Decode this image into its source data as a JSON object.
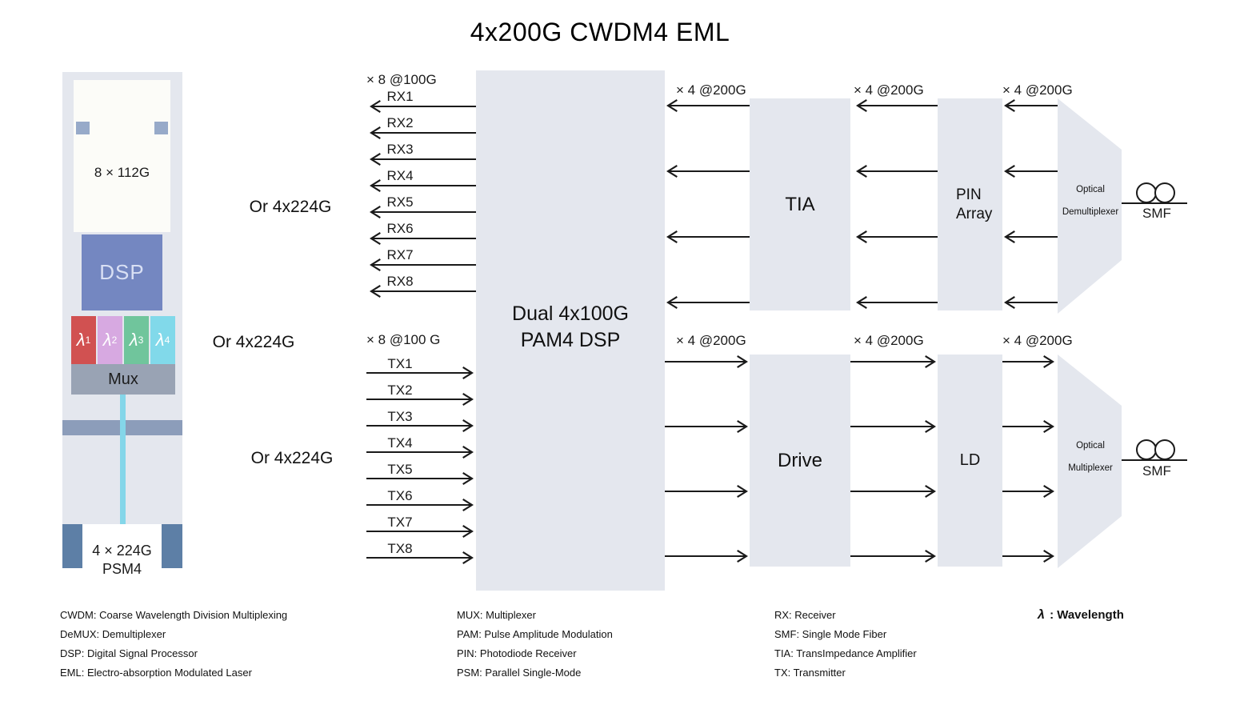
{
  "title": "4x200G CWDM4 EML",
  "colors": {
    "block_fill": "#e4e7ee",
    "dsp_chip_blue": "#7487c1",
    "lambda1_red": "#d15151",
    "lambda2_purple": "#d7a9e1",
    "lambda3_green": "#70c59c",
    "lambda4_cyan": "#81d9ea",
    "mux_gray": "#99a3b4",
    "fiber_cyan": "#84d6e9",
    "connector_blue": "#5d7fa6",
    "line_black": "#1a1a1a"
  },
  "module": {
    "top_label": "8 × 112G",
    "chip_label": "DSP",
    "lambdas": [
      {
        "symbol": "λ",
        "sub": "1"
      },
      {
        "symbol": "λ",
        "sub": "2"
      },
      {
        "symbol": "λ",
        "sub": "3"
      },
      {
        "symbol": "λ",
        "sub": "4"
      }
    ],
    "mux_label": "Mux",
    "bottom_label_line1": "4 × 224G",
    "bottom_label_line2": "PSM4"
  },
  "alt_labels": {
    "a": "Or 4x224G",
    "b": "Or 4x224G",
    "c": "Or 4x224G"
  },
  "dsp_block": {
    "line1": "Dual 4x100G",
    "line2": "PAM4 DSP"
  },
  "host_if": {
    "rx_bus_label": "× 8 @100G",
    "rx_channels": [
      "RX1",
      "RX2",
      "RX3",
      "RX4",
      "RX5",
      "RX6",
      "RX7",
      "RX8"
    ],
    "tx_bus_label": "× 8 @100 G",
    "tx_channels": [
      "TX1",
      "TX2",
      "TX3",
      "TX4",
      "TX5",
      "TX6",
      "TX7",
      "TX8"
    ]
  },
  "lane_labels": {
    "rx": [
      "× 4 @200G",
      "× 4 @200G",
      "× 4 @200G"
    ],
    "tx": [
      "× 4 @200G",
      "× 4 @200G",
      "× 4 @200G"
    ]
  },
  "rx_chain": {
    "tia": "TIA",
    "pin_line1": "PIN",
    "pin_line2": "Array",
    "demux_line1": "Optical",
    "demux_line2": "Demultiplexer",
    "smf": "SMF"
  },
  "tx_chain": {
    "driver": "Drive",
    "ld": "LD",
    "mux_line1": "Optical",
    "mux_line2": "Multiplexer",
    "smf": "SMF"
  },
  "legend": {
    "col1": [
      "CWDM: Coarse Wavelength Division Multiplexing",
      "DeMUX: Demultiplexer",
      "DSP: Digital Signal Processor",
      "EML: Electro-absorption Modulated Laser"
    ],
    "col2": [
      "MUX: Multiplexer",
      "PAM: Pulse Amplitude Modulation",
      "PIN: Photodiode Receiver",
      "PSM: Parallel Single-Mode"
    ],
    "col3": [
      "RX: Receiver",
      "SMF: Single Mode Fiber",
      "TIA: TransImpedance Amplifier",
      "TX: Transmitter"
    ],
    "lambda": {
      "symbol": "λ",
      "text": " : Wavelength"
    }
  }
}
